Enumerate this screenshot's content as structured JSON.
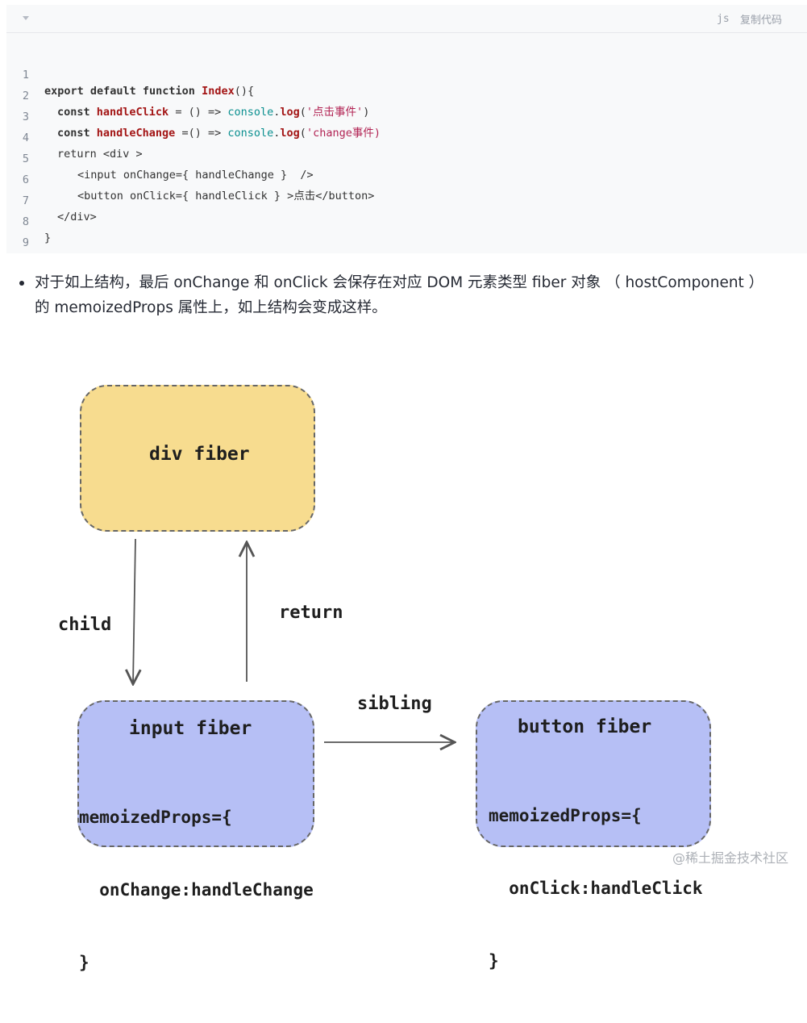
{
  "code_block": {
    "language": "js",
    "copy_label": "复制代码",
    "lines": [
      {
        "n": "1"
      },
      {
        "n": "2"
      },
      {
        "n": "3"
      },
      {
        "n": "4"
      },
      {
        "n": "5"
      },
      {
        "n": "6"
      },
      {
        "n": "7"
      },
      {
        "n": "8"
      },
      {
        "n": "9"
      }
    ],
    "tokens": {
      "l1_export": "export default function ",
      "l1_fn": "Index",
      "l1_tail": "(){",
      "l2_const": "const ",
      "l2_name": "handleClick",
      "l2_arrow": " = () => ",
      "l2_console": "console",
      "l2_dot": ".",
      "l2_log": "log",
      "l2_open": "(",
      "l2_str": "'点击事件'",
      "l2_close": ")",
      "l3_const": "const ",
      "l3_name": "handleChange",
      "l3_arrow": " =() => ",
      "l3_console": "console",
      "l3_dot": ".",
      "l3_log": "log",
      "l3_open": "(",
      "l3_str": "'change事件)",
      "l4": "return <div >",
      "l5": "<input onChange={ handleChange }  />",
      "l6": "<button onClick={ handleClick } >点击</button>",
      "l7": "</div>",
      "l8": "}"
    }
  },
  "paragraph": {
    "line1": "对于如上结构，最后 onChange 和 onClick 会保存在对应 DOM 元素类型 fiber 对象 （ hostComponent ）",
    "line2": "的 memoizedProps 属性上，如上结构会变成这样。"
  },
  "diagram": {
    "div_node": "div fiber",
    "input_node": {
      "title": "input fiber",
      "props": [
        "memoizedProps={",
        "  onChange:handleChange",
        "}"
      ]
    },
    "button_node": {
      "title": "button fiber",
      "props": [
        "memoizedProps={",
        "  onClick:handleClick",
        "}"
      ]
    },
    "edges": {
      "child": "child",
      "return": "return",
      "sibling": "sibling"
    }
  },
  "watermark": "@稀土掘金技术社区"
}
